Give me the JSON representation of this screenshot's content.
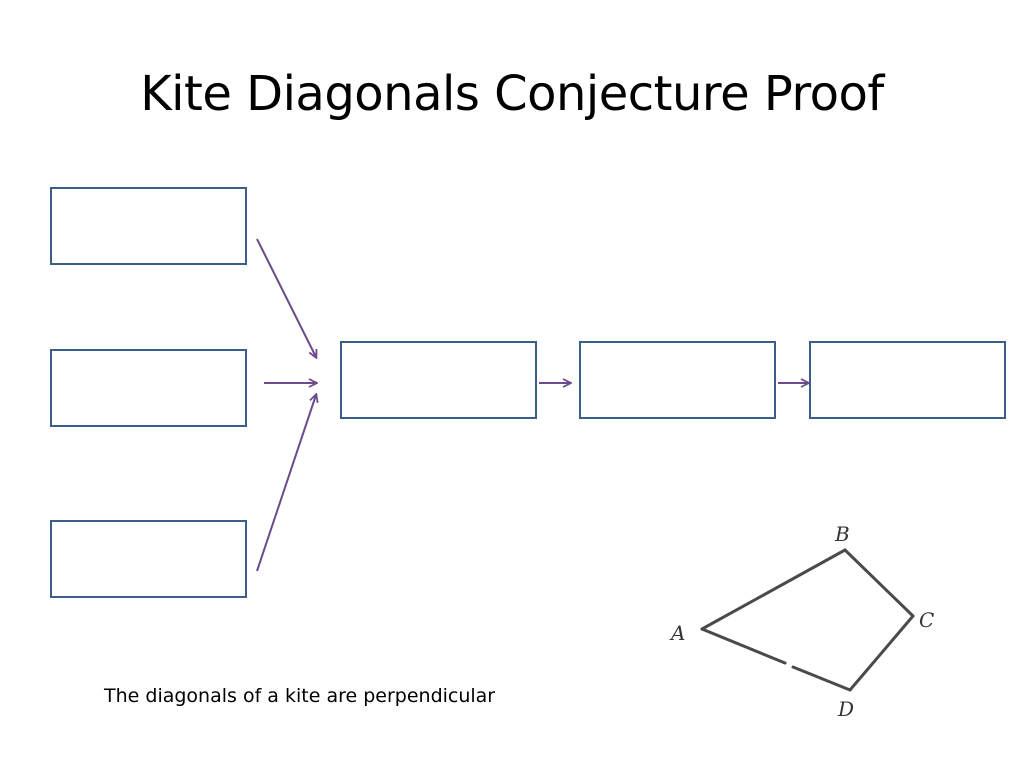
{
  "slide": {
    "title": "Kite Diagonals Conjecture Proof",
    "caption": "The diagonals of a kite are perpendicular"
  },
  "proof_boxes": {
    "given": [
      "",
      "",
      ""
    ],
    "steps": [
      "",
      "",
      ""
    ]
  },
  "kite_figure": {
    "vertex_labels": {
      "a": "A",
      "b": "B",
      "c": "C",
      "d": "D"
    }
  },
  "colors": {
    "box_border": "#3b5f8a",
    "arrow": "#6a4c8c",
    "kite_stroke": "#4a4a4a"
  }
}
